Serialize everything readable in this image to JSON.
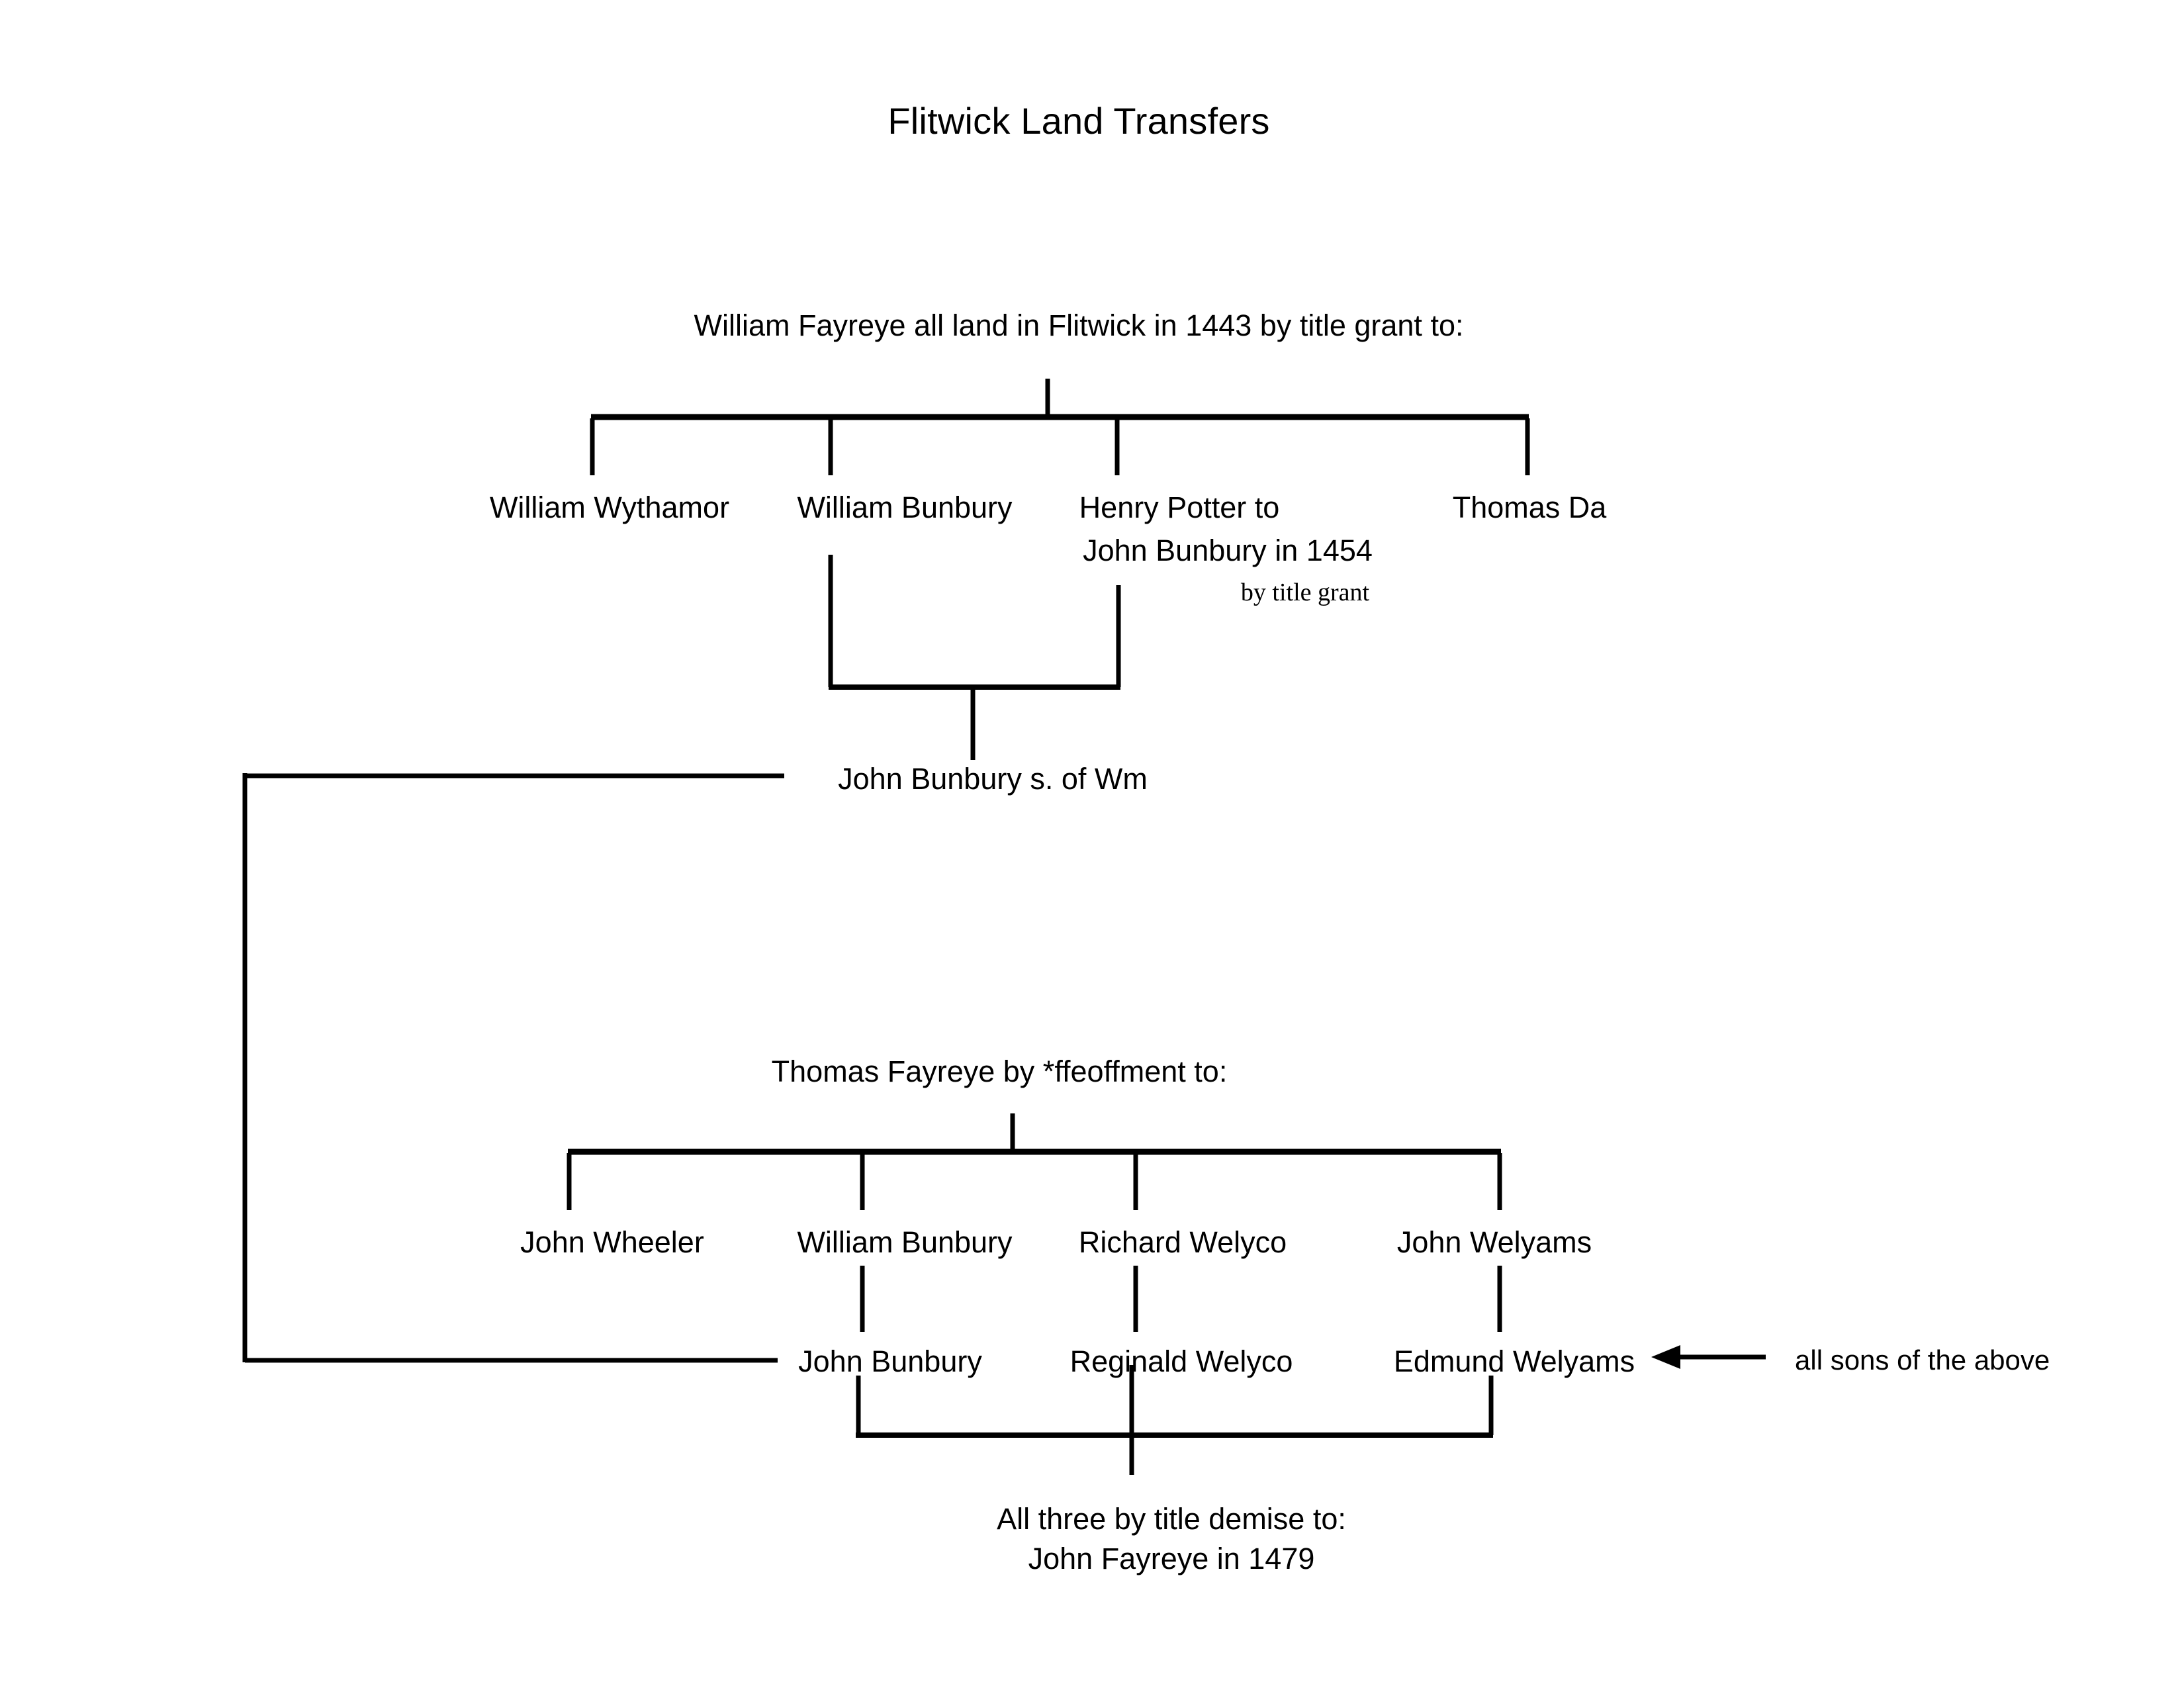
{
  "document": {
    "title": "Flitwick Land Transfers",
    "background_color": "#ffffff",
    "ink_color": "#000000"
  },
  "section_one": {
    "heading": "William Fayreye all land in Flitwick in 1443 by title grant to:",
    "grantees": [
      {
        "label": "William Wythamor"
      },
      {
        "label": "William Bunbury"
      },
      {
        "label": "Henry Potter to"
      },
      {
        "label": "Thomas Da"
      }
    ],
    "potter_line_two": "John Bunbury in 1454",
    "potter_note": "by title grant",
    "merge_result": "John Bunbury s. of Wm"
  },
  "section_two": {
    "heading": "Thomas Fayreye by *ffeoffment to:",
    "feoffees": [
      {
        "label": "John Wheeler"
      },
      {
        "label": "William Bunbury"
      },
      {
        "label": "Richard Welyco"
      },
      {
        "label": "John Welyams"
      }
    ],
    "sons": [
      {
        "label": "John Bunbury"
      },
      {
        "label": "Reginald Welyco"
      },
      {
        "label": "Edmund Welyams"
      }
    ],
    "sons_annotation": "all sons of the above",
    "footer_line_one": "All three by title demise to:",
    "footer_line_two": "John Fayreye in 1479"
  },
  "chart_data": {
    "type": "diagram",
    "title": "Flitwick Land Transfers",
    "nodes": [
      "William Fayreye all land in Flitwick in 1443 by title grant to:",
      "William Wythamor",
      "William Bunbury",
      "Henry Potter to John Bunbury in 1454",
      "Thomas Da",
      "John Bunbury s. of Wm",
      "Thomas Fayreye by *ffeoffment to:",
      "John Wheeler",
      "William Bunbury",
      "Richard Welyco",
      "John Welyams",
      "John Bunbury",
      "Reginald Welyco",
      "Edmund Welyams",
      "All three by title demise to: John Fayreye in 1479"
    ]
  }
}
